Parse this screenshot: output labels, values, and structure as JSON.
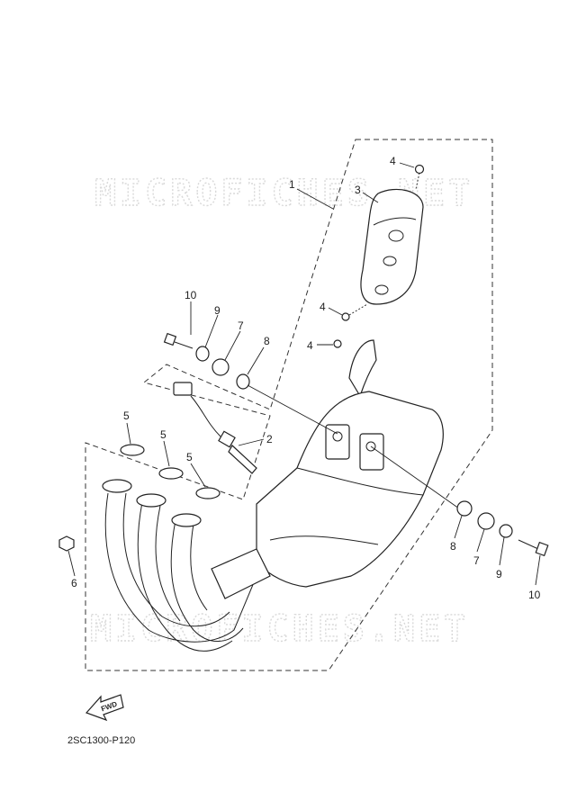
{
  "watermark": "MICROFICHES.NET",
  "diagram_code": "2SC1300-P120",
  "fwd_label": "FWD",
  "callouts": {
    "c1": "1",
    "c2": "2",
    "c3": "3",
    "c4a": "4",
    "c4b": "4",
    "c4c": "4",
    "c5a": "5",
    "c5b": "5",
    "c5c": "5",
    "c6": "6",
    "c7a": "7",
    "c7b": "7",
    "c8a": "8",
    "c8b": "8",
    "c9a": "9",
    "c9b": "9",
    "c10a": "10",
    "c10b": "10"
  }
}
